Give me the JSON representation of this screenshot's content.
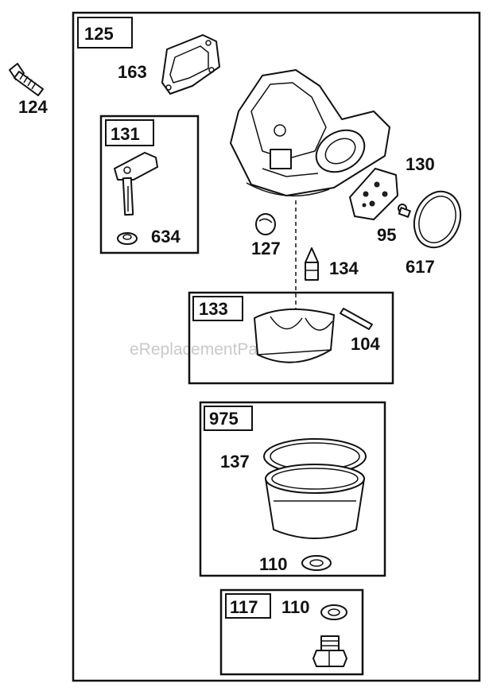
{
  "watermark": "eReplacementParts.com",
  "labels": {
    "outer_box": "125",
    "bolt": "124",
    "gasket_top": "163",
    "float_box": "131",
    "needle_seat": "634",
    "welch_plug": "127",
    "plate": "130",
    "screw": "95",
    "oring": "617",
    "inlet_needle": "134",
    "float_kit_box": "133",
    "pin": "104",
    "bowl_box": "975",
    "bowl_gasket": "137",
    "bowl_washer": "110",
    "drain_box": "117",
    "drain_washer": "110"
  }
}
